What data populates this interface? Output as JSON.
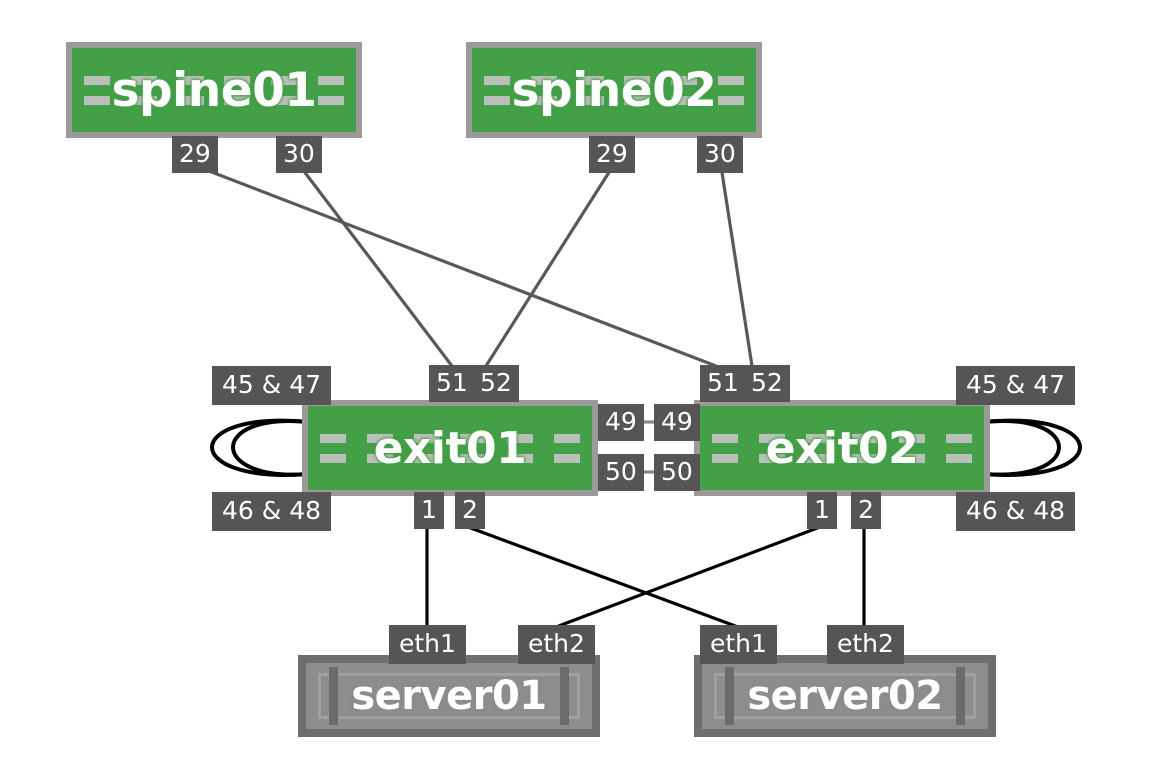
{
  "diagram": {
    "title": "network-topology",
    "background": "#ffffff",
    "colors": {
      "switch_fill": "#43a047",
      "switch_border": "#9a9a9a",
      "server_fill": "#8d8d8d",
      "server_border": "#6e6e6e",
      "port_label_bg": "#555555",
      "port_label_text": "#ffffff",
      "spine_link": "#595959",
      "server_link": "#000000",
      "loop_link": "#000000"
    },
    "nodes": [
      {
        "id": "spine01",
        "label": "spine01",
        "type": "switch"
      },
      {
        "id": "spine02",
        "label": "spine02",
        "type": "switch"
      },
      {
        "id": "exit01",
        "label": "exit01",
        "type": "switch"
      },
      {
        "id": "exit02",
        "label": "exit02",
        "type": "switch"
      },
      {
        "id": "server01",
        "label": "server01",
        "type": "server"
      },
      {
        "id": "server02",
        "label": "server02",
        "type": "server"
      }
    ],
    "port_labels": {
      "spine01_29": "29",
      "spine01_30": "30",
      "spine02_29": "29",
      "spine02_30": "30",
      "exit01_51": "51",
      "exit01_52": "52",
      "exit01_49": "49",
      "exit01_50": "50",
      "exit01_1": "1",
      "exit01_2": "2",
      "exit01_upper_loop": "45 & 47",
      "exit01_lower_loop": "46 & 48",
      "exit02_51": "51",
      "exit02_52": "52",
      "exit02_49": "49",
      "exit02_50": "50",
      "exit02_1": "1",
      "exit02_2": "2",
      "exit02_upper_loop": "45 & 47",
      "exit02_lower_loop": "46 & 48",
      "server01_eth1": "eth1",
      "server01_eth2": "eth2",
      "server02_eth1": "eth1",
      "server02_eth2": "eth2"
    },
    "links": [
      {
        "from": "spine01:29",
        "to": "exit02:51"
      },
      {
        "from": "spine01:30",
        "to": "exit01:51"
      },
      {
        "from": "spine02:29",
        "to": "exit01:52"
      },
      {
        "from": "spine02:30",
        "to": "exit02:52"
      },
      {
        "from": "exit01:49",
        "to": "exit02:49"
      },
      {
        "from": "exit01:50",
        "to": "exit02:50"
      },
      {
        "from": "exit01:1",
        "to": "server01:eth1"
      },
      {
        "from": "exit01:2",
        "to": "server02:eth1"
      },
      {
        "from": "exit02:1",
        "to": "server01:eth2"
      },
      {
        "from": "exit02:2",
        "to": "server02:eth2"
      },
      {
        "from": "exit01:45 & 47",
        "to": "exit01:46 & 48"
      },
      {
        "from": "exit02:45 & 47",
        "to": "exit02:46 & 48"
      }
    ]
  }
}
